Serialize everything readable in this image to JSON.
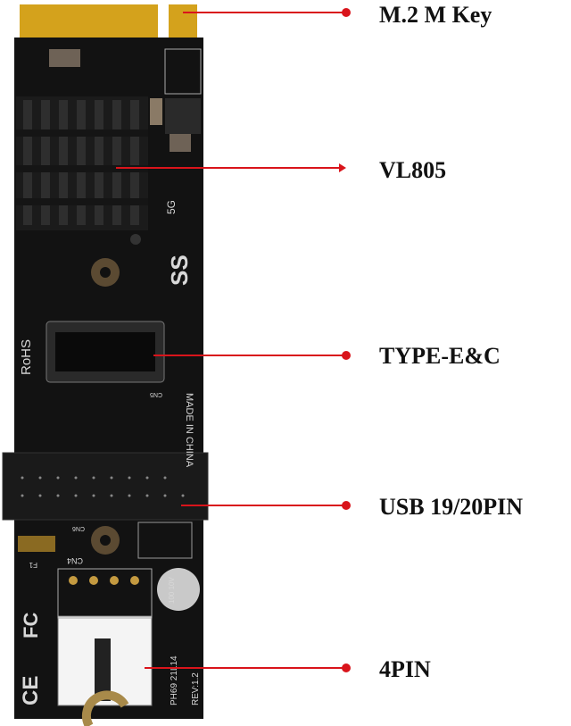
{
  "callouts": [
    {
      "label": "M.2  M Key"
    },
    {
      "label": "VL805"
    },
    {
      "label": "TYPE-E&C"
    },
    {
      "label": "USB 19/20PIN"
    },
    {
      "label": "4PIN"
    }
  ],
  "board_markings": {
    "rohs": "RoHS",
    "made_in": "MADE IN CHINA",
    "ss": "SS",
    "speed": "5G",
    "cn5": "CN5",
    "cn6": "CN6",
    "cn4": "CN4",
    "f1": "F1",
    "model": "PH69  21L14",
    "rev": "REV:1.2",
    "fcc": "FC",
    "ce": "CE",
    "cap": "100 10V"
  },
  "colors": {
    "callout_line": "#d9141b",
    "pcb": "#111111",
    "gold": "#d4a21c"
  }
}
